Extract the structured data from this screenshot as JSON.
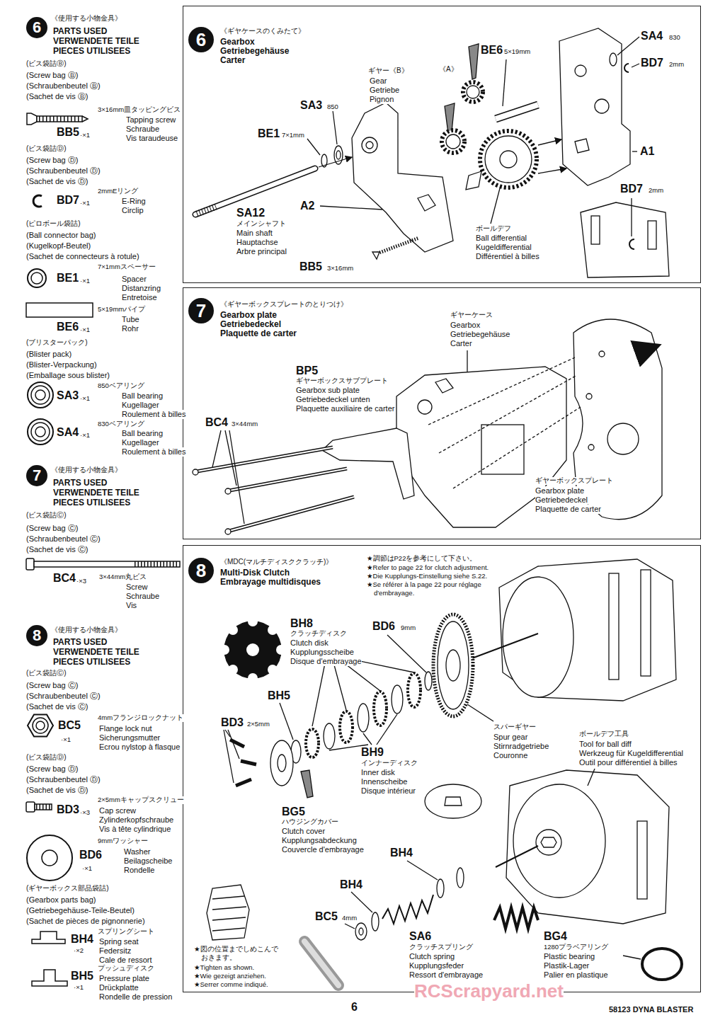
{
  "diagram": {
    "nodes": [
      {
        "text": [
          "6"
        ]
      },
      {
        "text": [
          "《ギヤケースのくみたて》",
          "Gearbox",
          "Getriebegehäuse",
          "Carter"
        ]
      },
      {
        "text": [
          "6"
        ],
        "in": 1
      },
      {
        "text": [
          "7"
        ]
      },
      {
        "text": [
          "《ギヤーボックスプレートのとりつけ》",
          "Gearbox plate",
          "Getriebedeckel",
          "Plaquette de carter"
        ]
      },
      {
        "text": [
          "7"
        ],
        "in": 4
      },
      {
        "text": [
          "8"
        ]
      },
      {
        "text": [
          "《MDC(マルチディスククラッチ)》",
          "Multi-Disk Clutch",
          "Embrayage multidisques"
        ]
      },
      {
        "text": [
          "8"
        ],
        "in": 7
      }
    ],
    "labels": [
      "《使用する小物金具》",
      "PARTS USED",
      "VERWENDETE TEILE",
      "PIECES UTILISEES",
      "(ビス袋詰Ⓑ)",
      "(Screw bag Ⓑ)",
      "(Schraubenbeutel Ⓑ)",
      "(Sachet de vis Ⓑ)",
      "3×16mm皿タッピングビス",
      "Tapping screw",
      "Schraube",
      "Vis taraudeuse",
      "BB5",
      "·×1",
      "(ビス袋詰Ⓓ)",
      "(Screw bag Ⓓ)",
      "(Schraubenbeutel Ⓓ)",
      "(Sachet de vis Ⓓ)",
      "2mmEリング",
      "BD7",
      "·×1",
      "E-Ring",
      "Circlip",
      "(ピロボール袋詰)",
      "(Ball connector bag)",
      "(Kugelkopf-Beutel)",
      "(Sachet de connecteurs à rotule)",
      "7×1mmスペーサー",
      "BE1",
      "·×1",
      "Spacer",
      "Distanzring",
      "Entretoise",
      "5×19mmパイプ",
      "BE6",
      "·×1",
      "Tube",
      "Rohr",
      "(ブリスターパック)",
      "(Blister pack)",
      "(Blister-Verpackung)",
      "(Emballage sous blister)",
      "850ベアリング",
      "SA3",
      "·×1",
      "Ball bearing",
      "Kugellager",
      "Roulement à billes",
      "830ベアリング",
      "SA4",
      "·×1",
      "Ball bearing",
      "Kugellager",
      "Roulement à billes",
      "《使用する小物金具》",
      "PARTS USED",
      "VERWENDETE TEILE",
      "PIECES UTILISEES",
      "(ビス袋詰Ⓒ)",
      "(Screw bag Ⓒ)",
      "(Schraubenbeutel Ⓒ)",
      "(Sachet de vis Ⓒ)",
      "BC4",
      "·×3",
      "3×44mm丸ビス",
      "Screw",
      "Schraube",
      "Vis",
      "《使用する小物金具》",
      "PARTS USED",
      "VERWENDETE TEILE",
      "PIECES UTILISEES",
      "(ビス袋詰Ⓒ)",
      "(Screw bag Ⓒ)",
      "(Schraubenbeutel Ⓒ)",
      "(Sachet de vis Ⓒ)",
      "4mmフランジロックナット",
      "BC5",
      "·×1",
      "Flange lock nut",
      "Sicherungsmutter",
      "Ecrou nylstop à flasque",
      "(ビス袋詰Ⓓ)",
      "(Screw bag Ⓓ)",
      "(Schraubenbeutel Ⓓ)",
      "(Sachet de vis Ⓓ)",
      "2×5mmキャップスクリュー",
      "BD3",
      "·×3",
      "Cap screw",
      "Zylinderkopfschraube",
      "Vis à tête cylindrique",
      "9mmワッシャー",
      "BD6",
      "·×1",
      "Washer",
      "Beilagscheibe",
      "Rondelle",
      "(ギヤーボックス部品袋詰)",
      "(Gearbox parts bag)",
      "(Getriebegehäuse-Teile-Beutel)",
      "(Sachet de pièces de pignonnerie)",
      "スプリングシート",
      "BH4",
      "·×2",
      "Spring seat",
      "Federsitz",
      "Cale de ressort",
      "プッシュディスク",
      "BH5",
      "·×1",
      "Pressure plate",
      "Drückplatte",
      "Rondelle de pression",
      "SA4",
      "830",
      "BD7",
      "2mm",
      "BE6",
      "5×19mm",
      "《A》",
      "ギヤー《B》",
      "Gear",
      "Getriebe",
      "Pignon",
      "SA3",
      "850",
      "BE1",
      "7×1mm",
      "A1",
      "BD7",
      "2mm",
      "A2",
      "SA12",
      "メインシャフト",
      "Main shaft",
      "Hauptachse",
      "Arbre principal",
      "ボールデフ",
      "Ball differential",
      "Kugeldifferential",
      "Différentiel à billes",
      "BB5",
      "3×16mm",
      "ギヤーケース",
      "Gearbox",
      "Getriebegehäuse",
      "Carter",
      "BP5",
      "ギヤーボックスサブプレート",
      "Gearbox sub plate",
      "Getriebedeckel unten",
      "Plaquette auxiliaire de carter",
      "BC4",
      "3×44mm",
      "ギヤーボックスプレート",
      "Gearbox plate",
      "Getriebedeckel",
      "Plaquette de carter",
      "★調節はP22を参考にして下さい。",
      "★Refer to page 22 for clutch adjustment.",
      "★Die Kupplungs-Einstellung siehe S.22.",
      "★Se référer à la page 22 pour réglage",
      "d'embrayage.",
      "BH8",
      "クラッチディスク",
      "Clutch disk",
      "Kupplungsscheibe",
      "Disque d'embrayage",
      "BD6",
      "9mm",
      "BH5",
      "BD3",
      "2×5mm",
      "BH9",
      "インナーディスク",
      "Inner disk",
      "Innenscheibe",
      "Disque intérieur",
      "スパーギヤー",
      "Spur gear",
      "Stirnradgetriebe",
      "Couronne",
      "ボールデフ工具",
      "Tool for ball diff",
      "Werkzeug für Kugeldifferential",
      "Outil pour différentiel à billes",
      "BG5",
      "ハウジングカバー",
      "Clutch cover",
      "Kupplungsabdeckung",
      "Couvercle d'embrayage",
      "BH4",
      "BH4",
      "BC5",
      "4mm",
      "SA6",
      "クラッチスプリング",
      "Clutch spring",
      "Kupplungsfeder",
      "Ressort d'embrayage",
      "BG4",
      "1280プラベアリング",
      "Plastic bearing",
      "Plastik-Lager",
      "Palier en plastique",
      "★図の位置までしめこんで",
      "おきます。",
      "★Tighten as shown.",
      "★Wie gezeigt anziehen.",
      "★Serrer comme indiqué.",
      "RCScrapyard.net",
      "6",
      "58123 DYNA BLASTER"
    ]
  }
}
